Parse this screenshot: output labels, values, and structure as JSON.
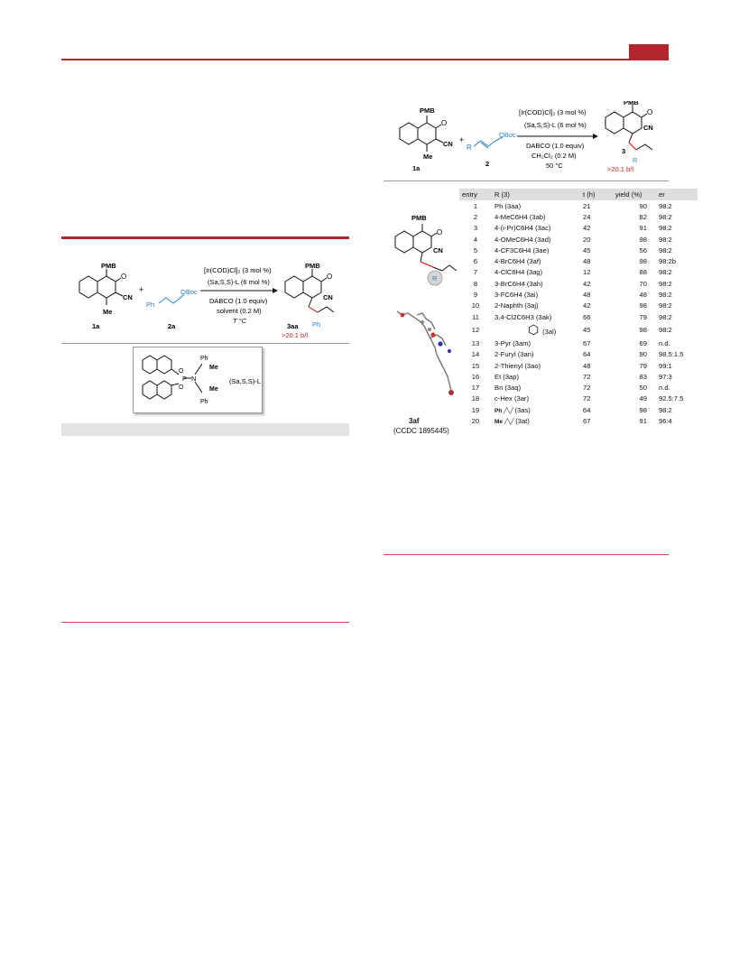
{
  "scheme_right": {
    "label_1a": "1a",
    "label_2": "2",
    "label_3": "3",
    "pmb": "PMB",
    "me": "Me",
    "cn": "CN",
    "o": "O",
    "obo": "OBoc",
    "r": "R",
    "plus": "+",
    "cond1": "[Ir(COD)Cl]₂ (3 mol %)",
    "cond2": "(Sa,S,S)-L (6 mol %)",
    "cond3": "DABCO (1.0 equiv)",
    "cond4": "CH₂Cl₂ (0.2 M)",
    "cond5": "50 °C",
    "sel": ">20:1 b/l"
  },
  "scheme_left": {
    "label_1a": "1a",
    "label_2a": "2a",
    "label_3aa": "3aa",
    "ph": "Ph",
    "cond1": "[Ir(COD)Cl]₂ (3 mol %)",
    "cond2": "(Sa,S,S)-L (6 mol %)",
    "cond3": "DABCO (1.0 equiv)",
    "cond4": "solvent (0.2 M)",
    "cond5": "T °C",
    "sel": ">20:1 b/l",
    "ligand_label": "(Sa,S,S)-L",
    "lig_p": "P",
    "lig_n": "N"
  },
  "xray": {
    "compound": "3af",
    "ccdc": "(CCDC 1895445)"
  },
  "table": {
    "headers": [
      "entry",
      "R (3)",
      "t (h)",
      "yield (%)",
      "er"
    ],
    "rows": [
      {
        "entry": "1",
        "r": "Ph (3aa)",
        "t": "21",
        "yield": "90",
        "er": "98:2"
      },
      {
        "entry": "2",
        "r": "4-MeC6H4 (3ab)",
        "t": "24",
        "yield": "82",
        "er": "98:2"
      },
      {
        "entry": "3",
        "r": "4-(i-Pr)C6H4 (3ac)",
        "t": "42",
        "yield": "91",
        "er": "98:2"
      },
      {
        "entry": "4",
        "r": "4-OMeC6H4 (3ad)",
        "t": "20",
        "yield": "98",
        "er": "98:2"
      },
      {
        "entry": "5",
        "r": "4-CF3C6H4 (3ae)",
        "t": "45",
        "yield": "56",
        "er": "98:2"
      },
      {
        "entry": "6",
        "r": "4-BrC6H4 (3af)",
        "t": "48",
        "yield": "98",
        "er": "98:2b"
      },
      {
        "entry": "7",
        "r": "4-ClC6H4 (3ag)",
        "t": "12",
        "yield": "88",
        "er": "98:2"
      },
      {
        "entry": "8",
        "r": "3-BrC6H4 (3ah)",
        "t": "42",
        "yield": "70",
        "er": "98:2"
      },
      {
        "entry": "9",
        "r": "3-FC6H4 (3ai)",
        "t": "48",
        "yield": "48",
        "er": "98:2"
      },
      {
        "entry": "10",
        "r": "2-Naphth (3aj)",
        "t": "42",
        "yield": "98",
        "er": "98:2"
      },
      {
        "entry": "11",
        "r": "3,4-Cl2C6H3 (3ak)",
        "t": "66",
        "yield": "79",
        "er": "98:2"
      },
      {
        "entry": "12",
        "r": "(3al)",
        "t": "45",
        "yield": "98",
        "er": "98:2"
      },
      {
        "entry": "13",
        "r": "3-Pyr (3am)",
        "t": "67",
        "yield": "69",
        "er": "n.d."
      },
      {
        "entry": "14",
        "r": "2-Furyl (3an)",
        "t": "64",
        "yield": "90",
        "er": "98.5:1.5"
      },
      {
        "entry": "15",
        "r": "2-Thienyl (3ao)",
        "t": "48",
        "yield": "79",
        "er": "99:1"
      },
      {
        "entry": "16",
        "r": "Et (3ap)",
        "t": "72",
        "yield": "83",
        "er": "97:3"
      },
      {
        "entry": "17",
        "r": "Bn (3aq)",
        "t": "72",
        "yield": "50",
        "er": "n.d."
      },
      {
        "entry": "18",
        "r": "c-Hex (3ar)",
        "t": "72",
        "yield": "49",
        "er": "92.5:7.5"
      },
      {
        "entry": "19",
        "r": "(3as)",
        "t": "64",
        "yield": "98",
        "er": "98:2"
      },
      {
        "entry": "20",
        "r": "(3at)",
        "t": "67",
        "yield": "91",
        "er": "96:4"
      }
    ],
    "row19_prefix": "Ph",
    "row20_prefix": "Me"
  },
  "colors": {
    "accent_red": "#b3262b",
    "blue": "#2a7fc4",
    "bond_red": "#d33a2c"
  }
}
